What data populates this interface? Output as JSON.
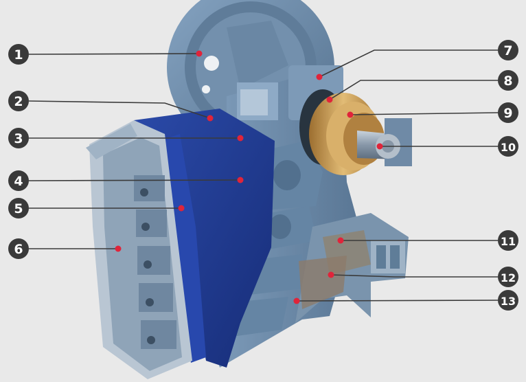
{
  "callouts": [
    {
      "number": "1"
    },
    {
      "number": "2"
    },
    {
      "number": "3"
    },
    {
      "number": "4"
    },
    {
      "number": "5"
    },
    {
      "number": "6"
    },
    {
      "number": "7"
    },
    {
      "number": "8"
    },
    {
      "number": "9"
    },
    {
      "number": "10"
    },
    {
      "number": "11"
    },
    {
      "number": "12"
    },
    {
      "number": "13"
    }
  ],
  "colors": {
    "background": "#e9e9e9",
    "frame": "#6f8fae",
    "frame_dark": "#4e6c8a",
    "jaw_blue": "#1f3c95",
    "bearing_bronze": "#c89a52",
    "badge": "#3a3a3a",
    "leader_line": "#3a3a3a",
    "marker_dot": "#e0243a"
  },
  "icons": [
    "numbered-badge",
    "leader-line",
    "red-marker-dot"
  ]
}
